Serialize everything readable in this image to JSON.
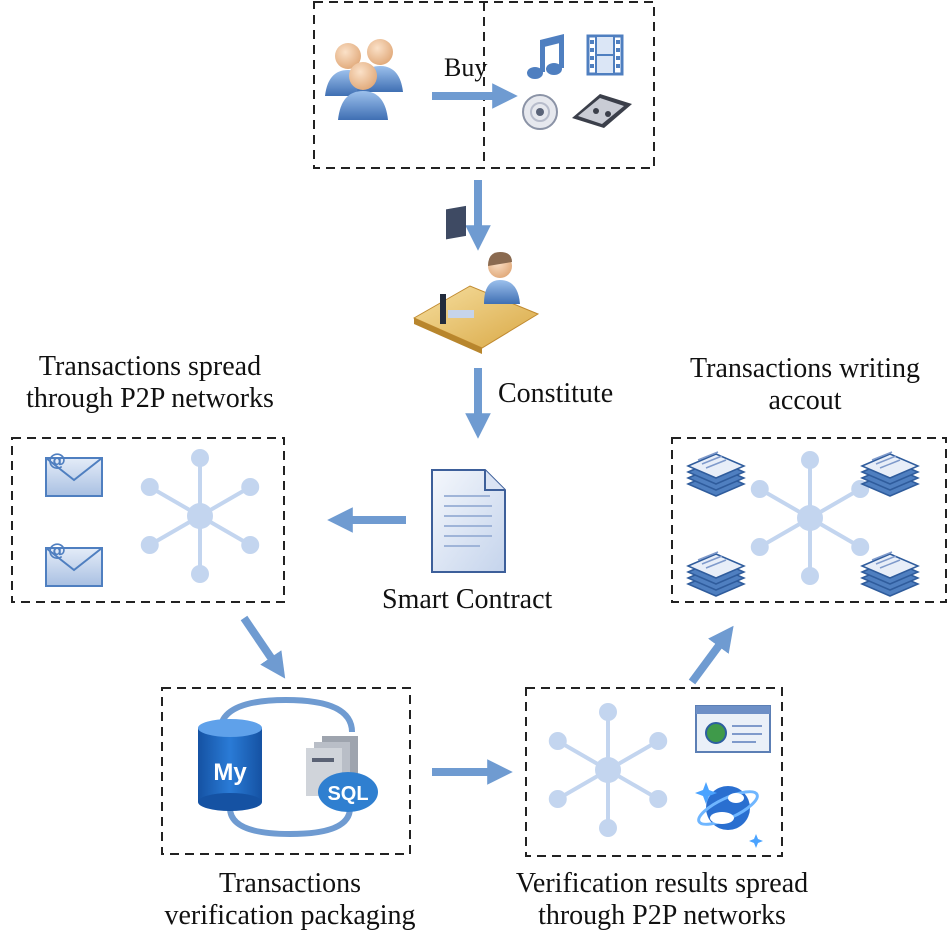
{
  "labels": {
    "buy": "Buy",
    "constitute": "Constitute",
    "smart_contract": "Smart Contract",
    "spread_left": [
      "Transactions spread",
      "through P2P networks"
    ],
    "writing_right": [
      "Transactions writing",
      "accout"
    ],
    "packaging": [
      "Transactions",
      "verification packaging"
    ],
    "verification_spread": [
      "Verification results spread",
      "through P2P networks"
    ]
  },
  "icon_text": {
    "mysql_my": "My",
    "sql": "SQL"
  },
  "colors": {
    "arrow": "#6f9bd1",
    "hub": "#c3d5ef",
    "box_border": "#222222",
    "icon_blue": "#4f7fc0",
    "db_blue": "#1d63b5"
  },
  "icons": [
    "users-icon",
    "music-note-icon",
    "film-icon",
    "disc-icon",
    "tape-icon",
    "operator-at-desk-icon",
    "document-icon",
    "email-icon",
    "document-stack-icon",
    "mysql-icon",
    "sql-server-icon",
    "browser-window-icon",
    "cosmos-db-icon",
    "network-hub-icon"
  ]
}
